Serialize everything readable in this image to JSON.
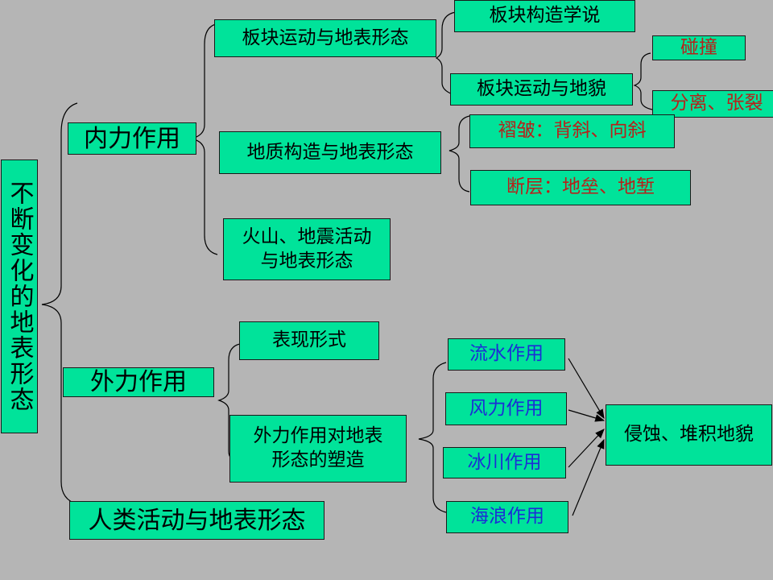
{
  "root": "不断变化的地表形态",
  "internal": {
    "label": "内力作用",
    "plate": {
      "label": "板块运动与地表形态",
      "theory": "板块构造学说",
      "landform": "板块运动与地貌",
      "collision": "碰撞",
      "separation": "分离、张裂"
    },
    "structure": {
      "label": "地质构造与地表形态",
      "fold": "褶皱：背斜、向斜",
      "fault": "断层：地垒、地堑"
    },
    "volcano": "火山、地震活动\n与地表形态"
  },
  "external": {
    "label": "外力作用",
    "forms": "表现形式",
    "shaping": "外力作用对地表\n形态的塑造",
    "agents": [
      "流水作用",
      "风力作用",
      "冰川作用",
      "海浪作用"
    ],
    "result": "侵蚀、堆积地貌"
  },
  "human": "人类活动与地表形态",
  "colors": {
    "background": "#b5b5b5",
    "box": "#00e39a",
    "red_text": "#b8201a",
    "blue_text": "#1c2dd6"
  }
}
